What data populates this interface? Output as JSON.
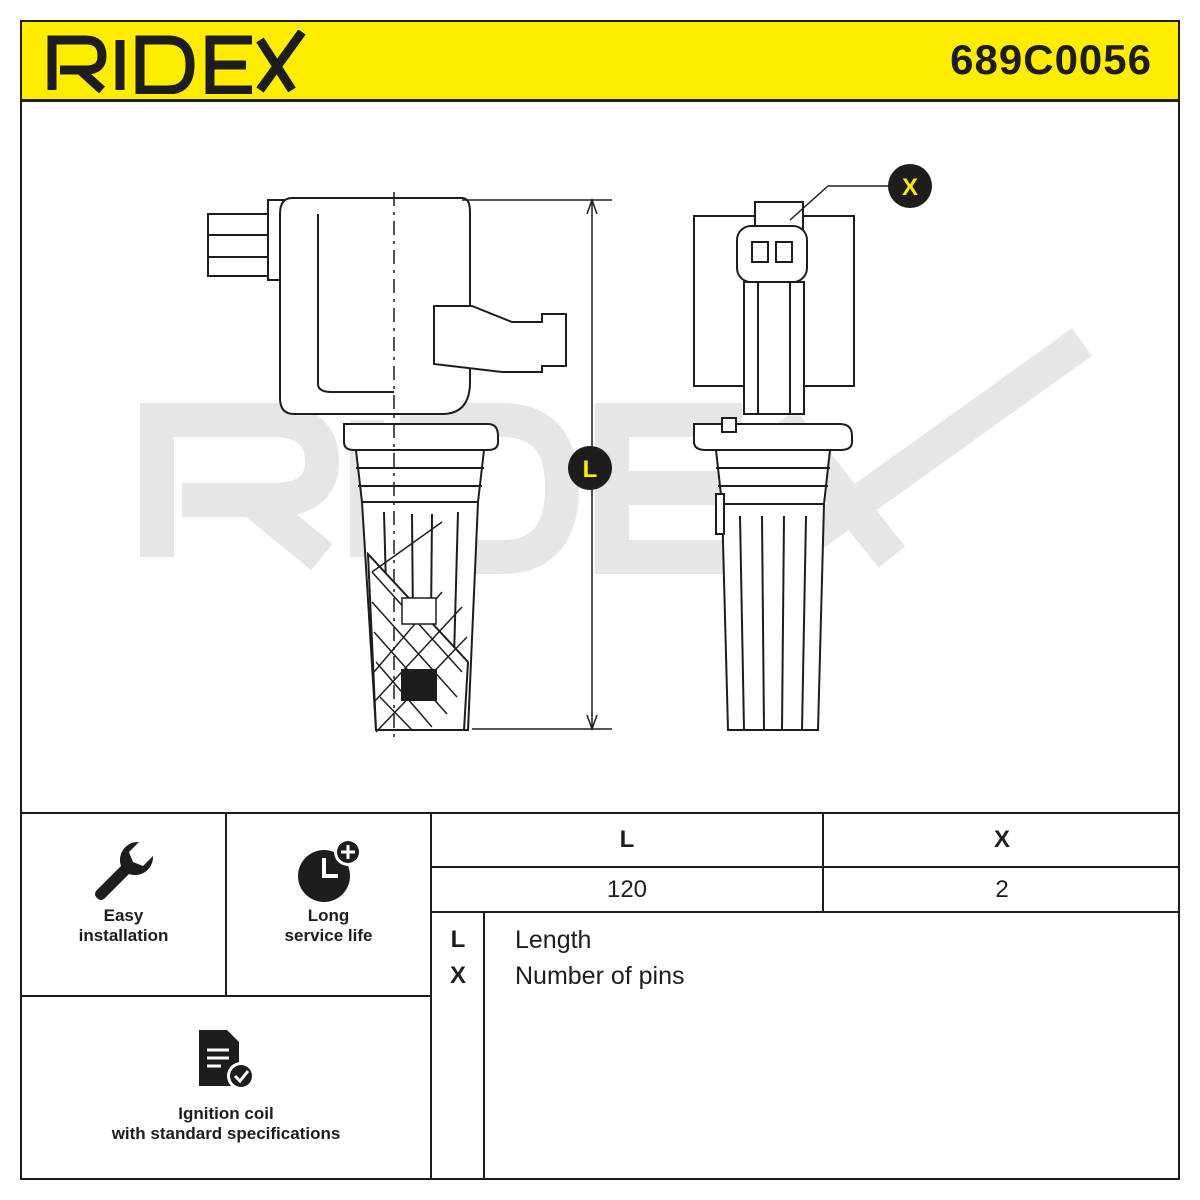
{
  "header": {
    "brand": "RIDEX",
    "part_number": "689C0056",
    "background_color": "#ffed00"
  },
  "drawing": {
    "watermark": "RIDEX",
    "markers": [
      {
        "key": "L",
        "meaning_ref": "legend.items.0"
      },
      {
        "key": "X",
        "meaning_ref": "legend.items.1"
      }
    ]
  },
  "features": [
    {
      "icon": "wrench-icon",
      "label_line1": "Easy",
      "label_line2": "installation"
    },
    {
      "icon": "clock-plus-icon",
      "label_line1": "Long",
      "label_line2": "service life"
    },
    {
      "icon": "document-check-icon",
      "label_line1": "Ignition coil",
      "label_line2": "with standard specifications"
    }
  ],
  "specs": {
    "columns": [
      "L",
      "X"
    ],
    "values": [
      "120",
      "2"
    ]
  },
  "legend": {
    "items": [
      {
        "key": "L",
        "text": "Length"
      },
      {
        "key": "X",
        "text": "Number of pins"
      }
    ]
  }
}
